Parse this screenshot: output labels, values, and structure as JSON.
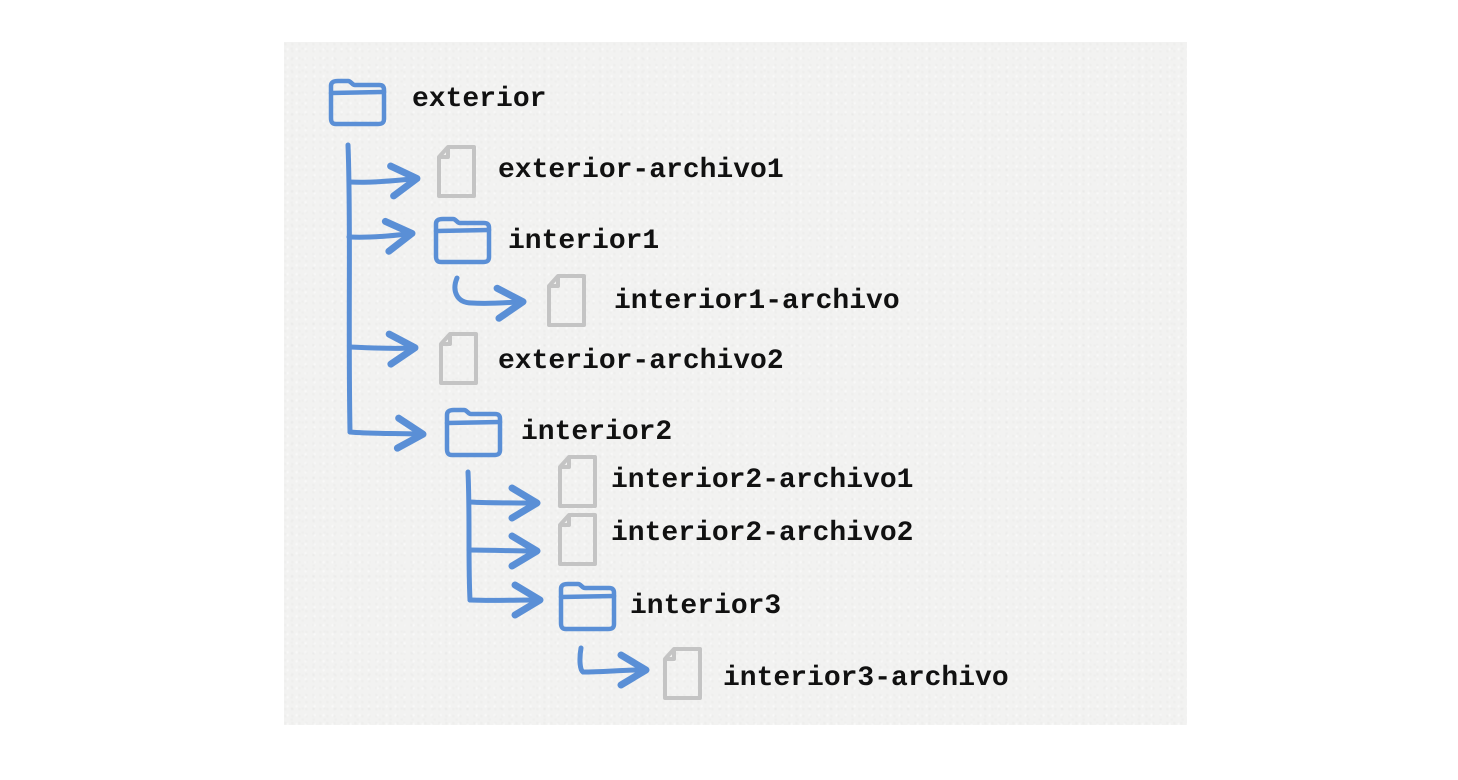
{
  "tree": {
    "root": {
      "label": "exterior",
      "icon": "folder-icon"
    },
    "items": [
      {
        "id": "exterior-archivo1",
        "label": "exterior-archivo1",
        "icon": "file-icon"
      },
      {
        "id": "interior1",
        "label": "interior1",
        "icon": "folder-icon"
      },
      {
        "id": "interior1-archivo",
        "label": "interior1-archivo",
        "icon": "file-icon"
      },
      {
        "id": "exterior-archivo2",
        "label": "exterior-archivo2",
        "icon": "file-icon"
      },
      {
        "id": "interior2",
        "label": "interior2",
        "icon": "folder-icon"
      },
      {
        "id": "interior2-archivo1",
        "label": "interior2-archivo1",
        "icon": "file-icon"
      },
      {
        "id": "interior2-archivo2",
        "label": "interior2-archivo2",
        "icon": "file-icon"
      },
      {
        "id": "interior3",
        "label": "interior3",
        "icon": "folder-icon"
      },
      {
        "id": "interior3-archivo",
        "label": "interior3-archivo",
        "icon": "file-icon"
      }
    ]
  },
  "colors": {
    "connector": "#5a8fd6",
    "folder": "#5a8fd6",
    "file": "#c4c4c4",
    "text": "#111111",
    "paper": "#f2f2f1"
  }
}
